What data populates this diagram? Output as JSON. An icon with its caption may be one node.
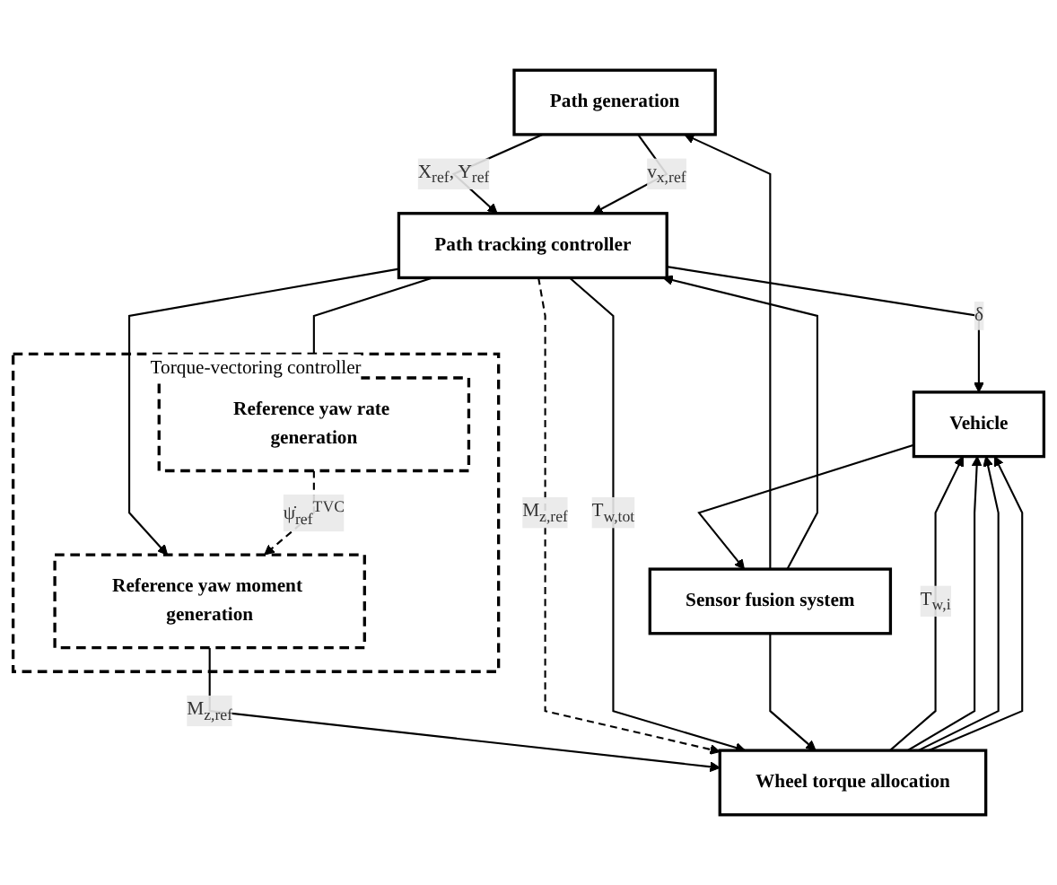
{
  "diagram": {
    "nodes": [
      {
        "text": [
          "Path generation"
        ]
      },
      {
        "text": [
          "Path tracking controller"
        ]
      },
      {
        "text": [
          "Torque-vectoring controller"
        ]
      },
      {
        "text": [
          "Reference yaw rate generation"
        ],
        "in": 2
      },
      {
        "text": [
          "Reference yaw moment generation"
        ],
        "in": 2
      },
      {
        "text": [
          "Wheel torque allocation"
        ]
      },
      {
        "text": [
          "Vehicle"
        ]
      },
      {
        "text": [
          "Sensor fusion system"
        ]
      }
    ],
    "edges": [
      {
        "from": 0,
        "to": 1,
        "arrow": "to",
        "label": "X$_{ref}$, Y$_{ref}$"
      },
      {
        "from": 0,
        "to": 1,
        "arrow": "to",
        "label": "v$_{x,ref}$"
      },
      {
        "from": 1,
        "to": 6,
        "arrow": "to",
        "label": "δ"
      },
      {
        "from": 1,
        "to": 3,
        "arrow": "to"
      },
      {
        "from": 1,
        "to": 4,
        "arrow": "to"
      },
      {
        "from": 3,
        "to": 4,
        "arrow": "to",
        "label": "ψ̇$_{ref}$$^{TVC}$",
        "style": "dashed"
      },
      {
        "from": 4,
        "to": 5,
        "arrow": "to",
        "label": "M$_{z,ref}$"
      },
      {
        "from": 1,
        "to": 5,
        "arrow": "to",
        "label": "M$_{z,ref}$",
        "style": "dashed"
      },
      {
        "from": 1,
        "to": 5,
        "arrow": "to",
        "label": "T$_{w,tot}$"
      },
      {
        "from": 5,
        "to": 6,
        "arrow": "to",
        "label": "T$_{w,i}$"
      },
      {
        "from": 5,
        "to": 6,
        "arrow": "to"
      },
      {
        "from": 5,
        "to": 6,
        "arrow": "to"
      },
      {
        "from": 5,
        "to": 6,
        "arrow": "to"
      },
      {
        "from": 7,
        "to": 0,
        "arrow": "to"
      },
      {
        "from": 7,
        "to": 1,
        "arrow": "to"
      },
      {
        "from": 7,
        "to": 5,
        "arrow": "to"
      },
      {
        "from": 6,
        "to": 7,
        "arrow": "to"
      }
    ]
  }
}
